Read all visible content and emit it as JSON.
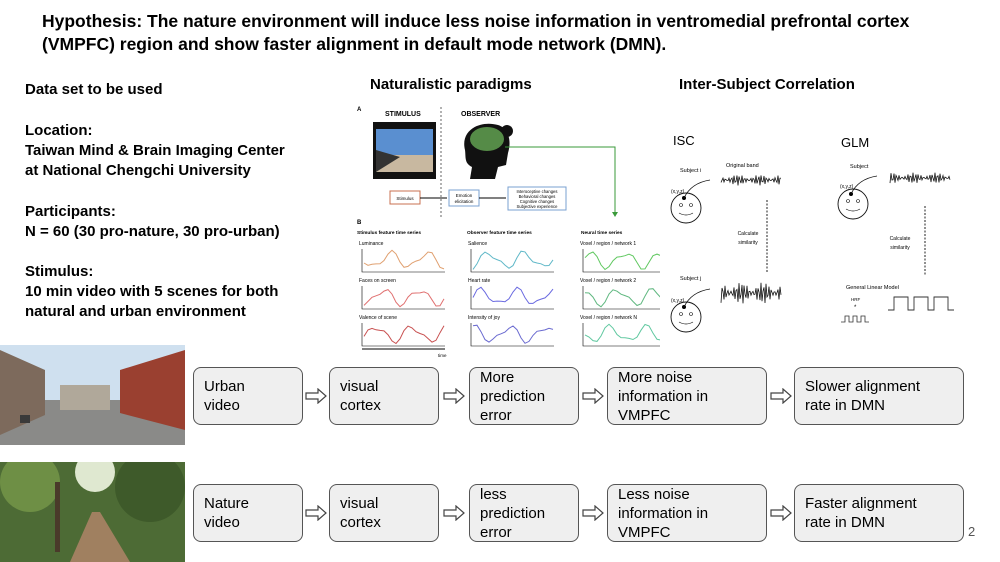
{
  "title": "Hypothesis: The nature environment will induce less noise information in ventromedial prefrontal cortex (VMPFC) region and show faster alignment in default mode network (DMN).",
  "left": {
    "dataset": "Data set to be used",
    "location_label": "Location:",
    "location_lines": [
      "Taiwan Mind & Brain Imaging Center",
      "at National Chengchi University"
    ],
    "participants_label": "Participants:",
    "participants_value": "N = 60 (30 pro-nature, 30 pro-urban)",
    "stimulus_label": "Stimulus:",
    "stimulus_lines": [
      "10 min video with 5 scenes for both",
      "natural and urban environment"
    ]
  },
  "naturalistic": {
    "heading": "Naturalistic paradigms",
    "panel_a": "A",
    "panel_b": "B",
    "stimulus": "STIMULUS",
    "observer": "OBSERVER",
    "box_stimulus": "Stimulus",
    "box_emotion": [
      "Emotion",
      "elicitation"
    ],
    "box_changes": [
      "Interoceptive changes",
      "Behavioral changes",
      "Cognitive changes",
      "Subjective experience"
    ],
    "col_stimulus": "Stimulus feature time series",
    "col_observer": "Observer feature time series",
    "col_neural": "Neural time series",
    "stim_rows": [
      "Luminance",
      "Faces on screen",
      "Valence of scene"
    ],
    "obs_rows": [
      "Salience",
      "Heart rate",
      "Intensity of joy"
    ],
    "neural_rows": [
      "Voxel / region / network 1",
      "Voxel / region / network 2",
      "Voxel / region / network N"
    ],
    "time": "time"
  },
  "isc": {
    "heading": "Inter-Subject Correlation",
    "isc_title": "ISC",
    "glm_title": "GLM",
    "subject_i": "Subject i",
    "subject_j": "Subject j",
    "subject": "Subject",
    "original_band": "Original band",
    "xyz": "(x,y,z)",
    "calc1": "Calculate",
    "calc2": "similarity",
    "glm_model": "General Linear Model",
    "hrf": "HRF",
    "conv": "*"
  },
  "flow": {
    "urban": [
      "Urban\nvideo",
      "visual\ncortex",
      "More\nprediction\nerror",
      "More noise\ninformation in\nVMPFC",
      "Slower alignment\nrate in DMN"
    ],
    "nature": [
      "Nature\nvideo",
      "visual\ncortex",
      "less\nprediction\nerror",
      "Less noise\ninformation in\nVMPFC",
      "Faster alignment\nrate in DMN"
    ]
  },
  "page_number": "2",
  "colors": {
    "box_fill": "#efefef",
    "box_border": "#555555",
    "green_arrow": "#3a9a3a"
  }
}
